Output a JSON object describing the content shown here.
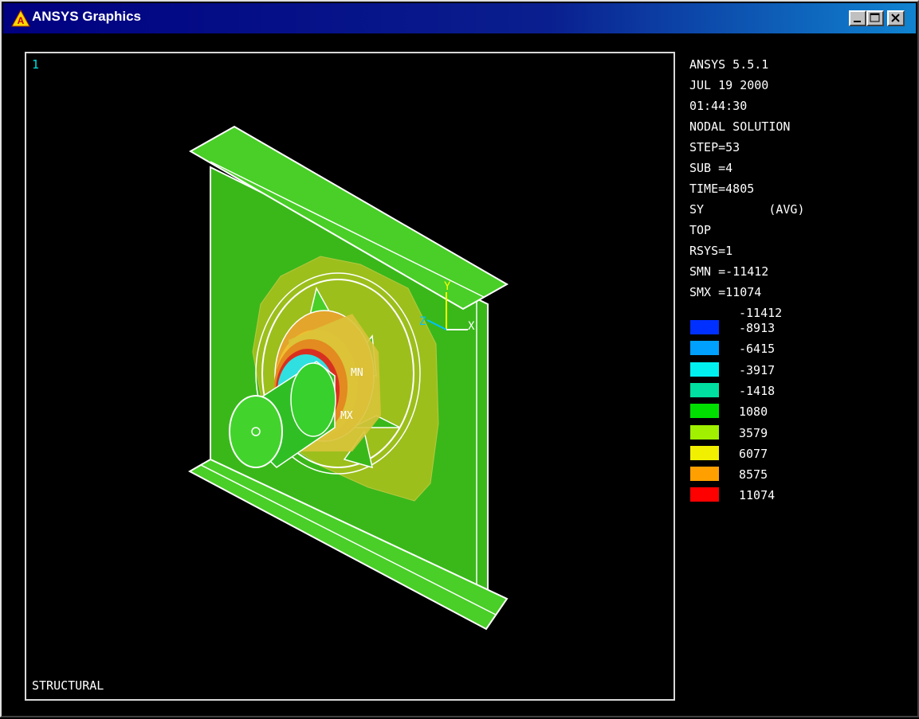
{
  "window": {
    "title": "ANSYS Graphics",
    "controls": [
      "minimize",
      "maximize",
      "close"
    ]
  },
  "viewport": {
    "window_number": "1",
    "analysis_label": "STRUCTURAL",
    "triad_labels": [
      "Y",
      "Z",
      "X"
    ],
    "mn_label": "MN",
    "mx_label": "MX"
  },
  "info": {
    "lines": [
      "ANSYS 5.5.1",
      "JUL 19 2000",
      "01:44:30",
      "NODAL SOLUTION",
      "STEP=53",
      "SUB =4",
      "TIME=4805",
      "SY         (AVG)",
      "TOP",
      "RSYS=1",
      "SMN =-11412",
      "SMX =11074"
    ]
  },
  "legend": {
    "min_label": "-11412",
    "values": [
      "-8913",
      "-6415",
      "-3917",
      "-1418",
      "1080",
      "3579",
      "6077",
      "8575",
      "11074"
    ],
    "colors": [
      "#0030ff",
      "#00a0ff",
      "#00f0f0",
      "#00e0a0",
      "#00e000",
      "#a0f000",
      "#f0f000",
      "#ffa000",
      "#ff0000"
    ]
  },
  "colors": {
    "titlebar": "#000080",
    "model_green": "#3ab81a",
    "flange_green": "#49cf27"
  }
}
